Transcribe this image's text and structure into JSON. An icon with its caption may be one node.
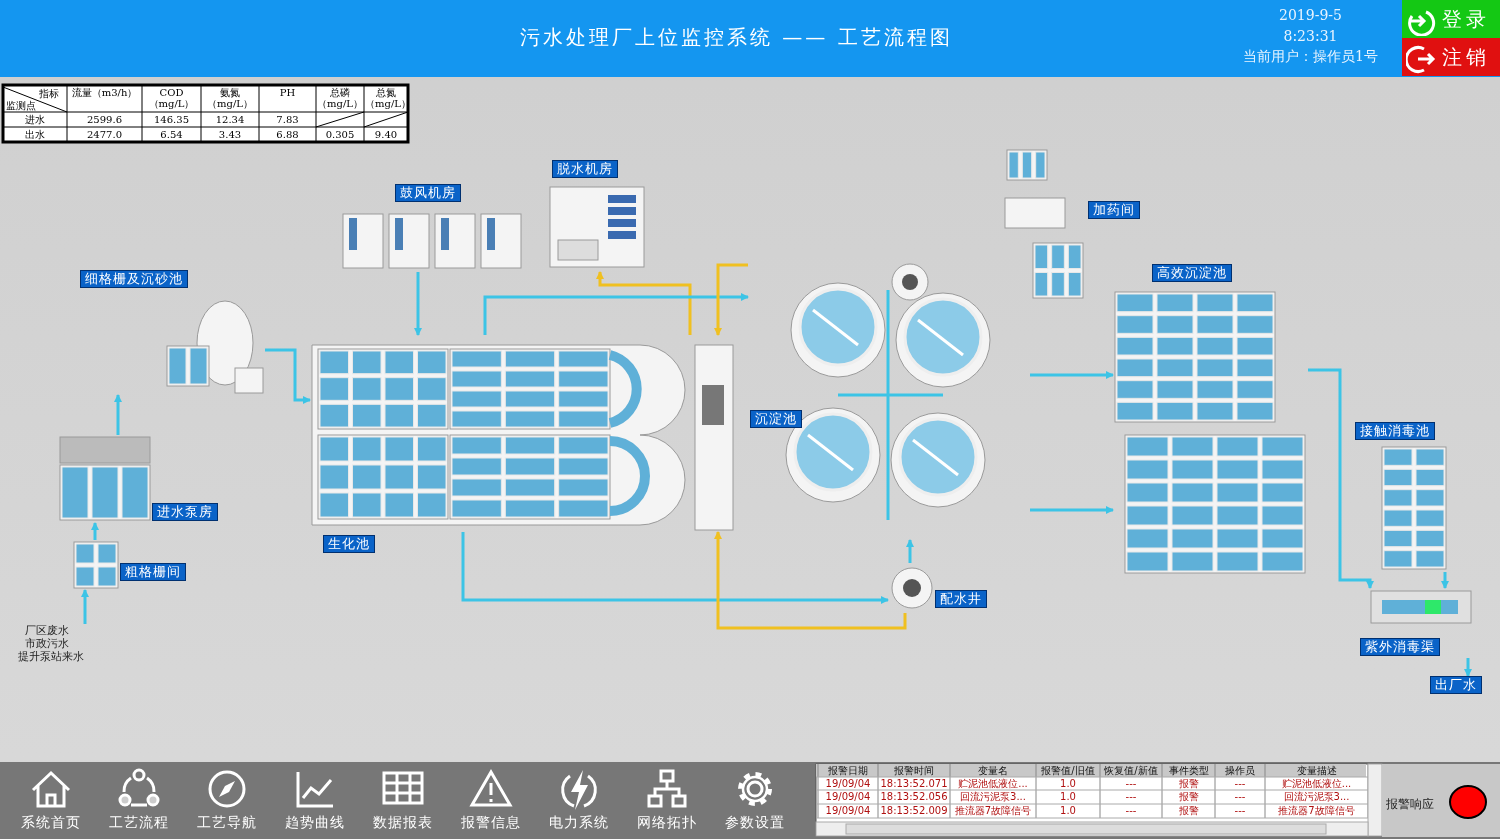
{
  "diagram": {
    "title": "污水处理厂上位监控系统 —— 工艺流程图",
    "nodes": [
      {
        "text": [
          "厂区废水",
          "市政污水",
          "提升泵站来水"
        ]
      },
      {
        "text": [
          "粗格栅间"
        ]
      },
      {
        "text": [
          "进水泵房"
        ]
      },
      {
        "text": [
          "细格栅及沉砂池"
        ]
      },
      {
        "text": [
          "鼓风机房"
        ]
      },
      {
        "text": [
          "脱水机房"
        ]
      },
      {
        "text": [
          "生化池"
        ]
      },
      {
        "text": [
          "配水井"
        ]
      },
      {
        "text": [
          "沉淀池"
        ]
      },
      {
        "text": [
          "加药间"
        ]
      },
      {
        "text": [
          "高效沉淀池"
        ]
      },
      {
        "text": [
          "接触消毒池"
        ]
      },
      {
        "text": [
          "紫外消毒渠"
        ]
      },
      {
        "text": [
          "出厂水"
        ]
      }
    ],
    "edges": [
      {
        "from": 0,
        "to": 1,
        "arrow": "to"
      },
      {
        "from": 1,
        "to": 2,
        "arrow": "to"
      },
      {
        "from": 2,
        "to": 3,
        "arrow": "to"
      },
      {
        "from": 3,
        "to": 6,
        "arrow": "to"
      },
      {
        "from": 4,
        "to": 6,
        "arrow": "to"
      },
      {
        "from": 6,
        "to": 5,
        "arrow": "to",
        "color": "#f0c020"
      },
      {
        "from": 6,
        "to": 8,
        "arrow": "to"
      },
      {
        "from": 8,
        "to": 6,
        "arrow": "to",
        "color": "#f0c020"
      },
      {
        "from": 6,
        "to": 7,
        "arrow": "to"
      },
      {
        "from": 7,
        "to": 8,
        "arrow": "to"
      },
      {
        "from": 7,
        "to": 6,
        "arrow": "to",
        "color": "#f0c020"
      },
      {
        "from": 8,
        "to": 10,
        "arrow": "to"
      },
      {
        "from": 8,
        "to": 10,
        "arrow": "to"
      },
      {
        "from": 10,
        "to": 12,
        "arrow": "to"
      },
      {
        "from": 11,
        "to": 12,
        "arrow": "to"
      },
      {
        "from": 12,
        "to": 13,
        "arrow": "to"
      }
    ],
    "labels": [
      "指标",
      "监测点",
      "流量（m3/h）",
      "COD（mg/L）",
      "氨氮（mg/L）",
      "PH",
      "总磷（mg/L）",
      "总氮（mg/L）",
      "进水",
      "2599.6",
      "146.35",
      "12.34",
      "7.83",
      "出水",
      "2477.0",
      "6.54",
      "3.43",
      "6.88",
      "0.305",
      "9.40",
      "2019-9-5",
      "8:23:31",
      "当前用户：操作员1号",
      "登录",
      "注销",
      "系统首页",
      "工艺流程",
      "工艺导航",
      "趋势曲线",
      "数据报表",
      "报警信息",
      "电力系统",
      "网络拓扑",
      "参数设置",
      "报警日期",
      "报警时间",
      "变量名",
      "报警值/旧值",
      "恢复值/新值",
      "事件类型",
      "操作员",
      "变量描述",
      "19/09/04",
      "18:13:52.071",
      "贮泥池低液位...",
      "1.0",
      "---",
      "报警",
      "---",
      "贮泥池低液位...",
      "19/09/04",
      "18:13:52.056",
      "回流污泥泵3...",
      "1.0",
      "---",
      "报警",
      "---",
      "回流污泥泵3...",
      "19/09/04",
      "18:13:52.009",
      "推流器7故障信号",
      "1.0",
      "---",
      "报警",
      "---",
      "推流器7故障信号",
      "报警响应"
    ]
  }
}
